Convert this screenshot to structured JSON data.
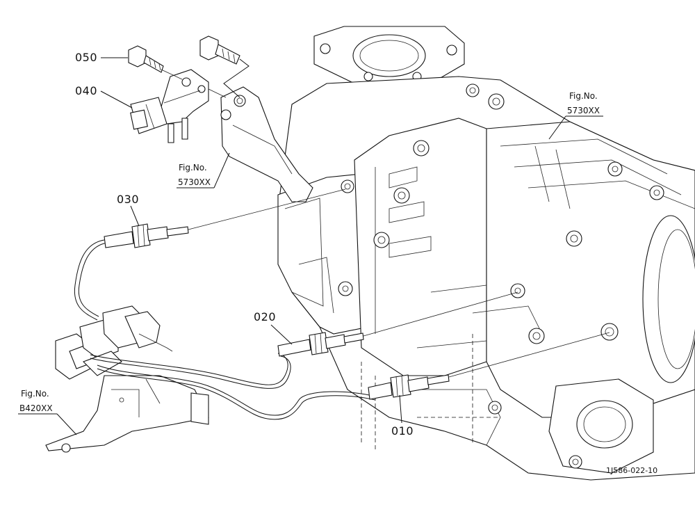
{
  "parts": {
    "p050": "050",
    "p040": "040",
    "p030": "030",
    "p020": "020",
    "p010": "010"
  },
  "figrefs": {
    "top_right": {
      "label": "Fig.No.",
      "code": "5730XX"
    },
    "mid_left": {
      "label": "Fig.No.",
      "code": "5730XX"
    },
    "bottom_left": {
      "label": "Fig.No.",
      "code": "B420XX"
    }
  },
  "drawing_code": "1J586-022-10"
}
